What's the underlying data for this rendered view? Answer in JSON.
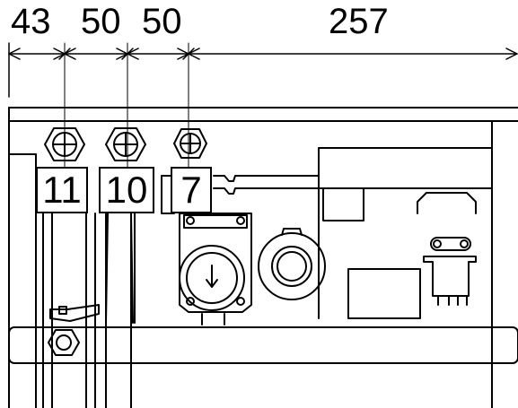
{
  "dimensions": {
    "d1": "43",
    "d2": "50",
    "d3": "50",
    "d4": "257"
  },
  "callouts": {
    "c1": "11",
    "c2": "10",
    "c3": "7"
  },
  "colors": {
    "line": "#000000",
    "background": "#ffffff"
  },
  "icons": {
    "valve_arrow": "arrow-down-icon"
  }
}
